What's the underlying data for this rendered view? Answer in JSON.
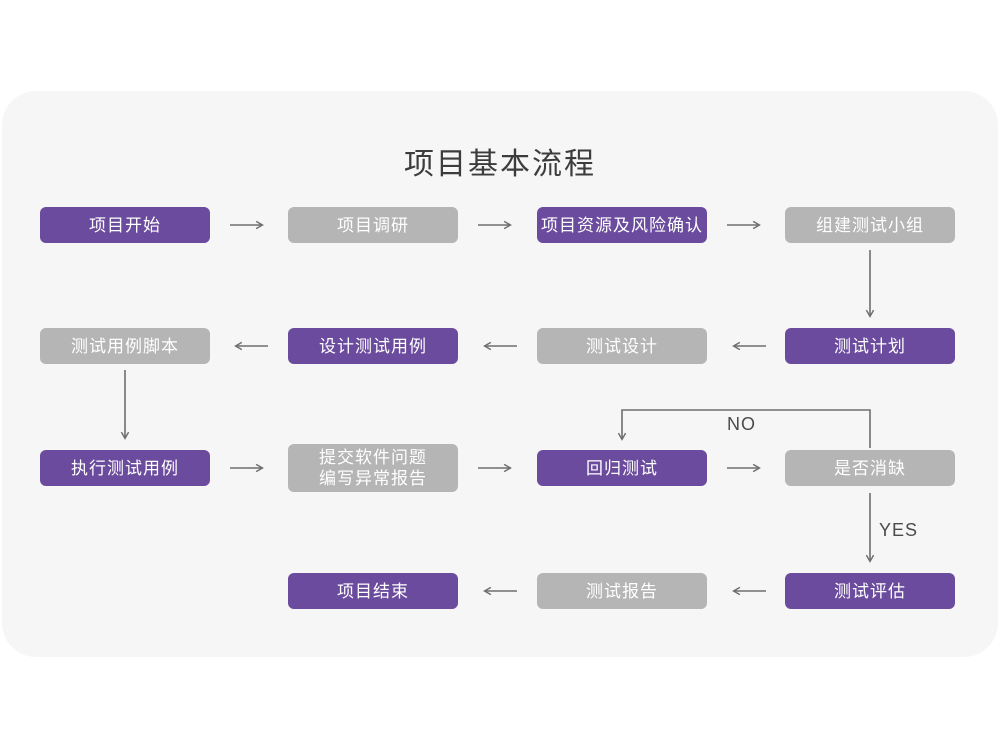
{
  "title": "项目基本流程",
  "colors": {
    "primary": "#6B4B9D",
    "muted": "#B5B5B5",
    "arrow": "#6E6E6E",
    "card_bg": "#F6F6F6",
    "page_bg": "#FFFFFF",
    "title_color": "#3C3C3C",
    "node_text": "#FFFFFF",
    "edge_label_color": "#4B4B4B"
  },
  "nodes": [
    {
      "id": "project-start",
      "label": "项目开始",
      "variant": "primary"
    },
    {
      "id": "project-research",
      "label": "项目调研",
      "variant": "muted"
    },
    {
      "id": "resources-risk-confirm",
      "label": "项目资源及风险确认",
      "variant": "primary"
    },
    {
      "id": "form-test-team",
      "label": "组建测试小组",
      "variant": "muted"
    },
    {
      "id": "test-plan",
      "label": "测试计划",
      "variant": "primary"
    },
    {
      "id": "test-design",
      "label": "测试设计",
      "variant": "muted"
    },
    {
      "id": "design-test-cases",
      "label": "设计测试用例",
      "variant": "primary"
    },
    {
      "id": "test-case-script",
      "label": "测试用例脚本",
      "variant": "muted"
    },
    {
      "id": "execute-test-cases",
      "label": "执行测试用例",
      "variant": "primary"
    },
    {
      "id": "submit-issue-report",
      "label": "提交软件问题\n编写异常报告",
      "variant": "muted"
    },
    {
      "id": "regression-test",
      "label": "回归测试",
      "variant": "primary"
    },
    {
      "id": "defect-cleared",
      "label": "是否消缺",
      "variant": "muted"
    },
    {
      "id": "test-evaluation",
      "label": "测试评估",
      "variant": "primary"
    },
    {
      "id": "test-report",
      "label": "测试报告",
      "variant": "muted"
    },
    {
      "id": "project-end",
      "label": "项目结束",
      "variant": "primary"
    }
  ],
  "edge_labels": {
    "no": "NO",
    "yes": "YES"
  }
}
